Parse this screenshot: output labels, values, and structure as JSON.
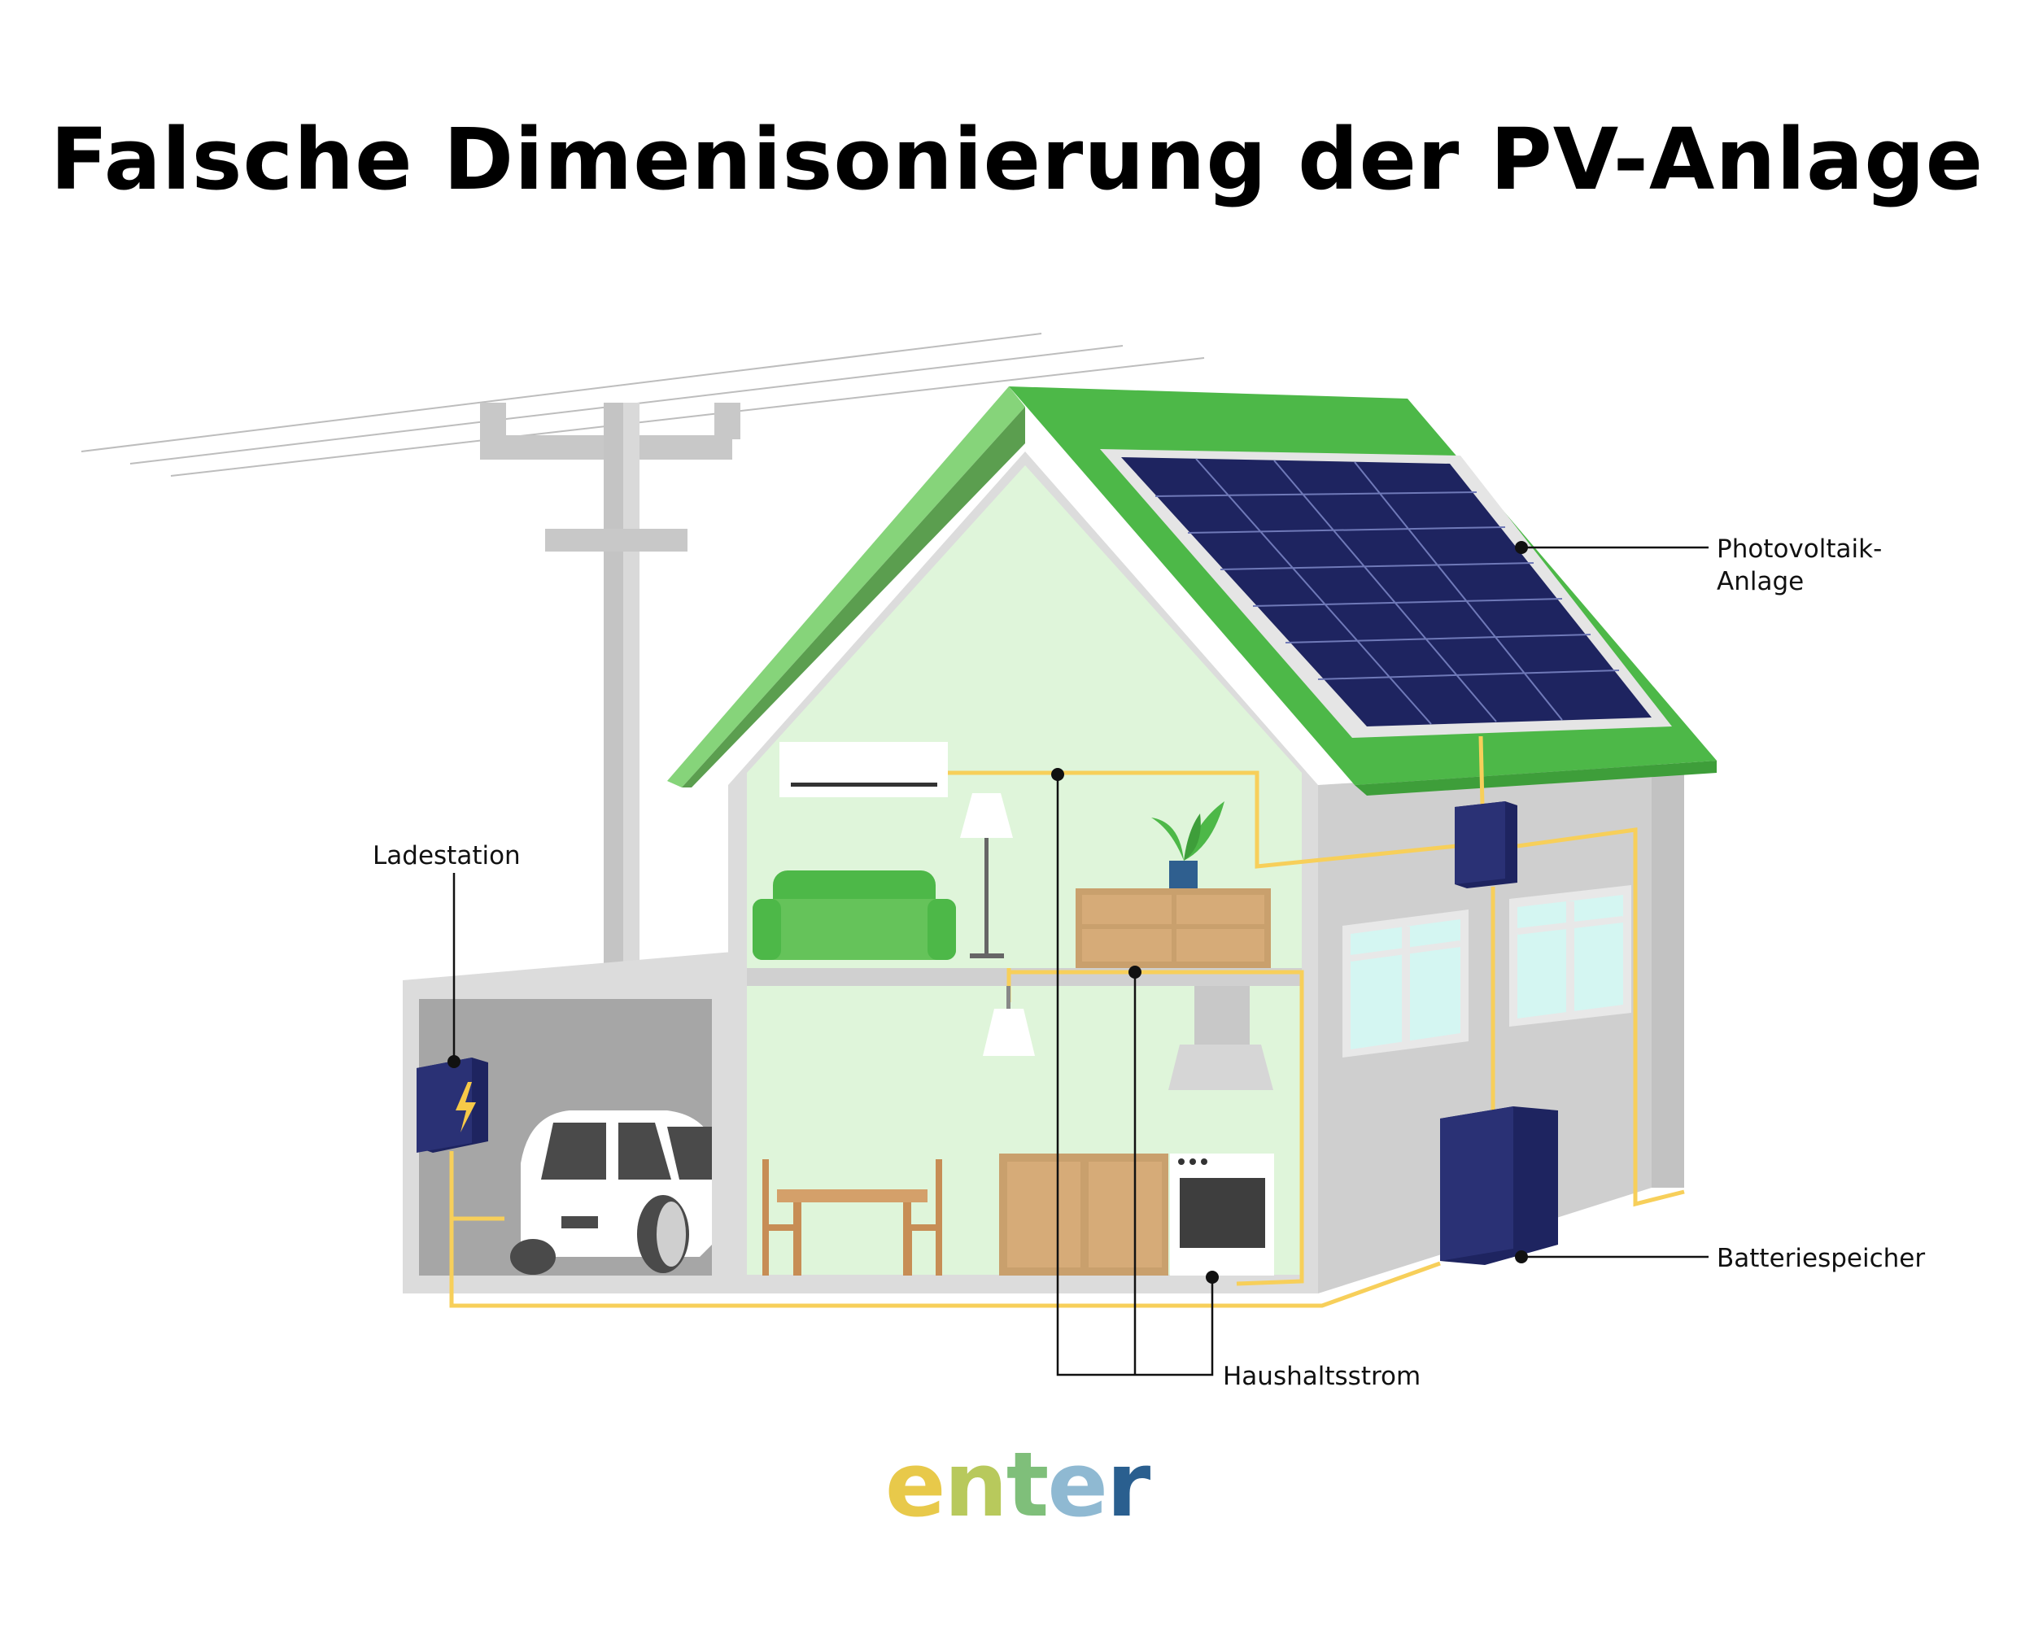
{
  "title": "Falsche Dimenisonierung der PV-Anlage",
  "labels": {
    "pv_line1": "Photovoltaik-",
    "pv_line2": "Anlage",
    "charging": "Ladestation",
    "battery": "Batteriespeicher",
    "household": "Haushaltsstrom"
  },
  "logo": {
    "l1": "e",
    "l2": "n",
    "l3": "t",
    "l4": "e",
    "l5": "r"
  },
  "colors": {
    "roof_green": "#4db848",
    "wall_interior": "#dff5da",
    "wall_side": "#cfcfcf",
    "solar_panel": "#1e2460",
    "cable": "#f7cf5a",
    "device_navy": "#262c6e"
  }
}
